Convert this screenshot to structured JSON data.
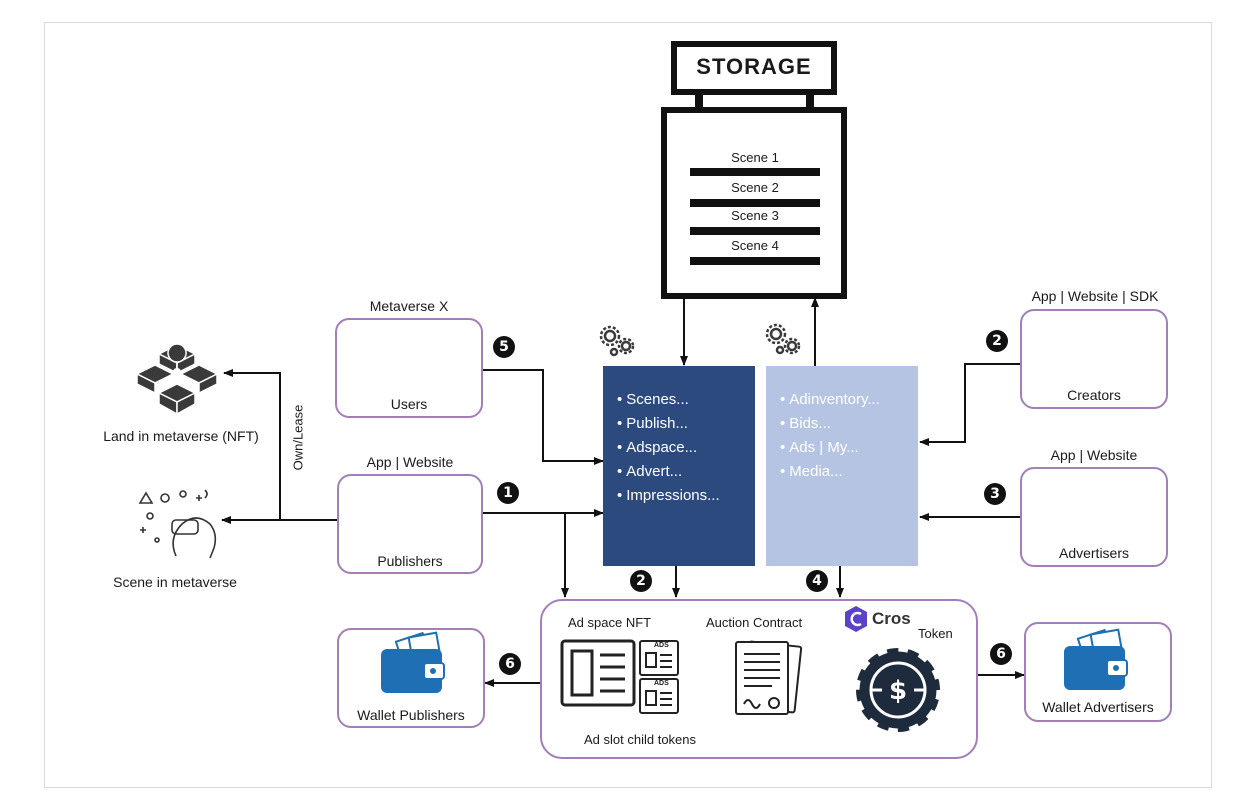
{
  "storage": {
    "title": "STORAGE",
    "scenes": [
      "Scene 1",
      "Scene 2",
      "Scene 3",
      "Scene 4"
    ]
  },
  "left": {
    "land_label": "Land in metaverse (NFT)",
    "scene_label": "Scene in metaverse",
    "own_lease_label": "Own/Lease"
  },
  "users": {
    "caption": "Metaverse X",
    "label": "Users"
  },
  "publishers": {
    "caption": "App | Website",
    "label": "Publishers"
  },
  "creators": {
    "caption": "App | Website | SDK",
    "label": "Creators"
  },
  "advertisers": {
    "caption": "App | Website",
    "label": "Advertisers"
  },
  "dark_panel": {
    "items": [
      "Scenes...",
      "Publish...",
      "Adspace...",
      "Advert...",
      "Impressions..."
    ]
  },
  "light_panel": {
    "items": [
      "Adinventory...",
      "Bids...",
      "Ads | My...",
      "Media..."
    ]
  },
  "contract_box": {
    "ad_space_label": "Ad space NFT",
    "auction_label": "Auction Contract",
    "cros_label": "Cros",
    "token_label": "Token",
    "child_tokens_label": "Ad slot child tokens",
    "ads_tag": "ADS"
  },
  "wallets": {
    "publishers": "Wallet Publishers",
    "advertisers": "Wallet Advertisers"
  },
  "badges": {
    "one": "1",
    "two_a": "2",
    "two_b": "2",
    "three": "3",
    "four": "4",
    "five": "5",
    "six_a": "6",
    "six_b": "6"
  },
  "colors": {
    "dark_panel": "#2c4a7e",
    "light_panel": "#b4c4e2",
    "node_border": "#a27fb8",
    "icon_navy": "#1f3d6e",
    "wallet_blue": "#1f6fb4",
    "green": "#8dc63f"
  }
}
